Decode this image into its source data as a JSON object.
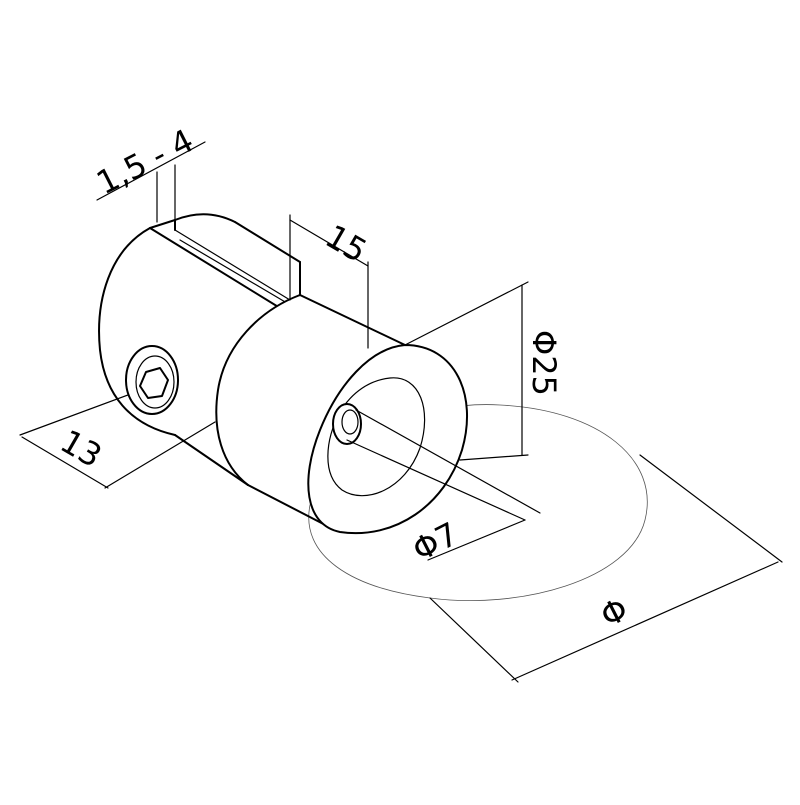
{
  "dimensions": {
    "slot_thickness": "1,5 - 4",
    "length": "15",
    "diameter_body": "Φ25",
    "diameter_bore": "Φ7",
    "diameter_tube": "Φ",
    "offset": "13"
  }
}
